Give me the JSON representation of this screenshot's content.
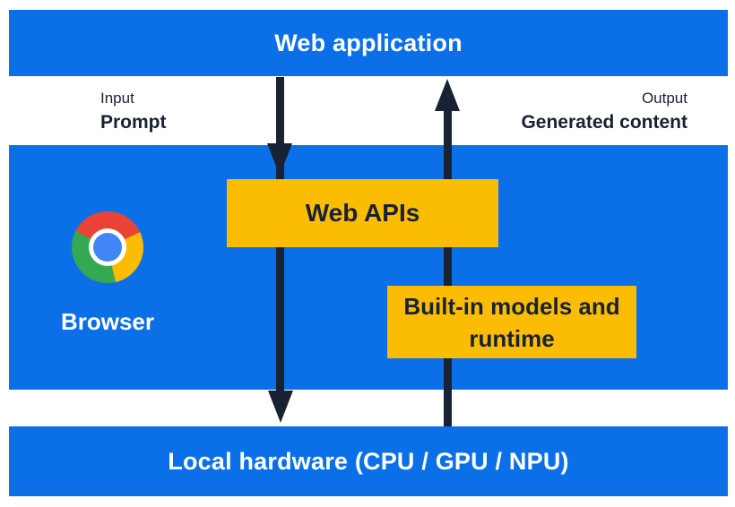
{
  "colors": {
    "blue": "#0B70E8",
    "yellow": "#FBBC04",
    "dark": "#182233",
    "page_bg": "#FFFFFF",
    "logo_red": "#EA4335",
    "logo_green": "#34A853",
    "logo_yellow": "#FBBC04",
    "logo_blue": "#4285F4"
  },
  "icons": {
    "browser_logo": "chrome-logo"
  },
  "layers": {
    "web_application": {
      "label": "Web application"
    },
    "io": {
      "input_title": "Input",
      "input_value": "Prompt",
      "output_title": "Output",
      "output_value": "Generated content"
    },
    "browser": {
      "label": "Browser"
    },
    "web_apis": {
      "label": "Web APIs"
    },
    "builtin_models": {
      "label": "Built-in models and runtime"
    },
    "local_hardware": {
      "label": "Local hardware (CPU / GPU / NPU)"
    }
  }
}
